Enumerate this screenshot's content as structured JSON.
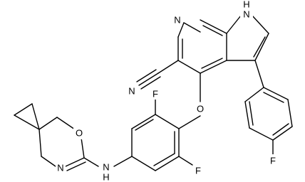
{
  "structure": {
    "atom_labels": {
      "pyridine_n": "N",
      "pyrrole_nh": "H",
      "nitrile_n": "N",
      "ether_o": "O",
      "f_top": "F",
      "f_bottom": "F",
      "f_para": "F",
      "oxazine_o": "O",
      "oxazine_n": "N",
      "amine_nh": "H",
      "pyrrole_n_letter": "N",
      "amine_n_letter": "N"
    }
  }
}
